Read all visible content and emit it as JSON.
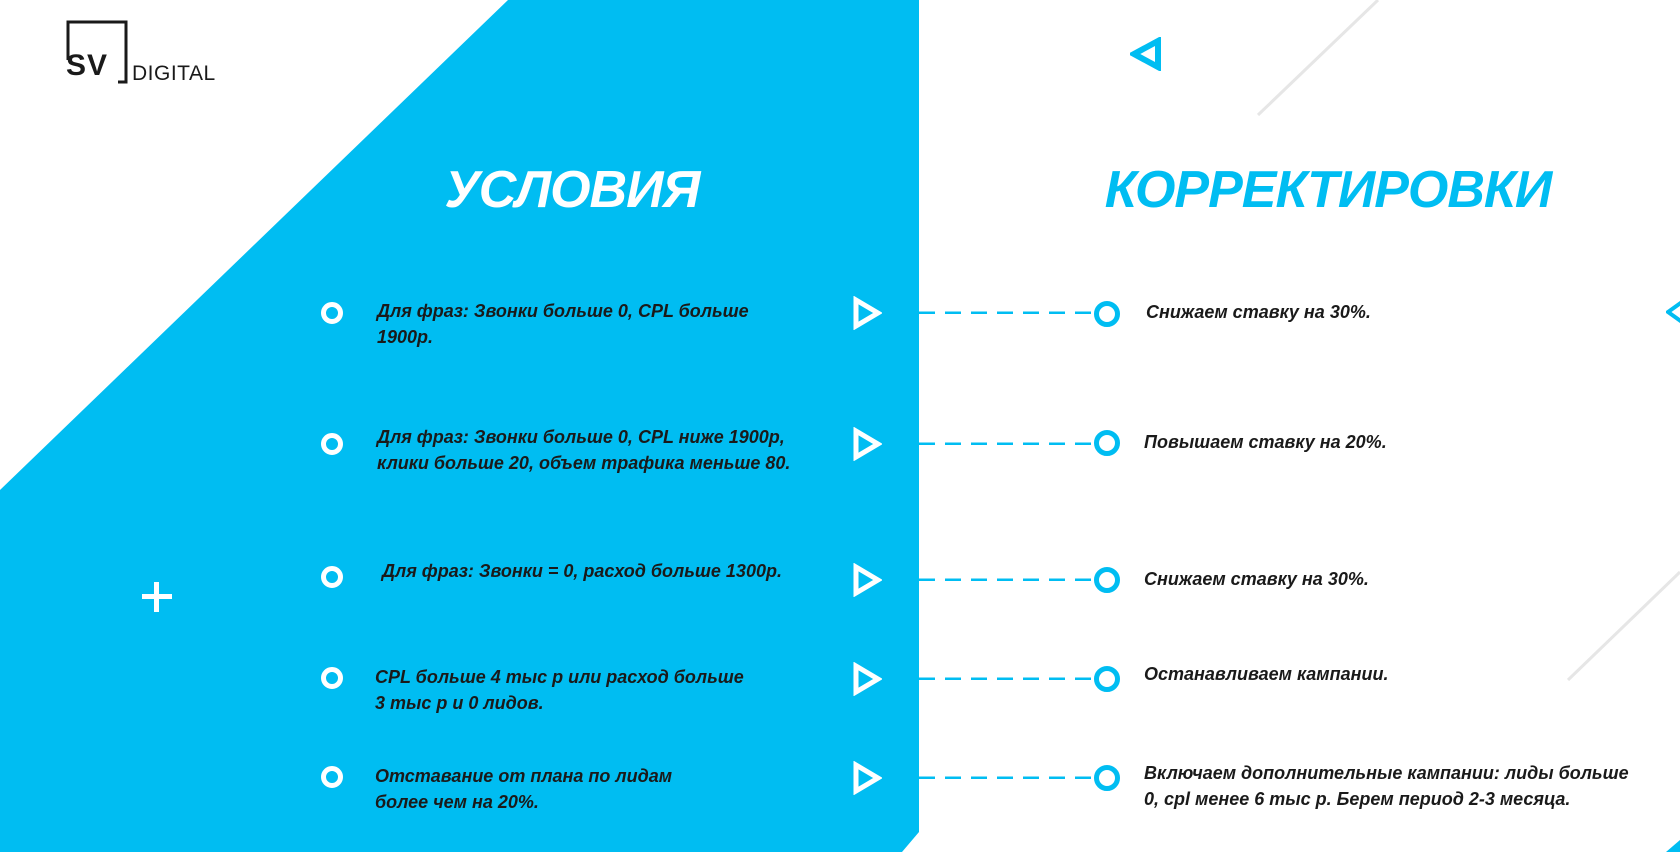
{
  "logo": {
    "sv": "SV",
    "digital": "DIGITAL"
  },
  "headings": {
    "conditions": "УСЛОВИЯ",
    "adjustments": "КОРРЕКТИРОВКИ"
  },
  "colors": {
    "accent": "#00bdf2",
    "text": "#1a1a1a",
    "background": "#ffffff",
    "decor_line": "#e6e6e6"
  },
  "rows": [
    {
      "condition": [
        "Для фраз: Звонки больше 0, CPL больше",
        "1900р."
      ],
      "adjustment": [
        "Снижаем ставку на 30%."
      ]
    },
    {
      "condition": [
        "Для фраз: Звонки больше 0, CPL ниже 1900р,",
        "клики больше 20, объем трафика меньше 80."
      ],
      "adjustment": [
        "Повышаем ставку на 20%."
      ]
    },
    {
      "condition": [
        " Для фраз: Звонки = 0, расход больше 1300р."
      ],
      "adjustment": [
        "Снижаем ставку на 30%."
      ]
    },
    {
      "condition": [
        "CPL больше 4 тыс р или расход больше",
        "3 тыс р и 0 лидов."
      ],
      "adjustment": [
        "Останавливаем кампании."
      ]
    },
    {
      "condition": [
        "Отставание от плана по лидам",
        "более чем на 20%."
      ],
      "adjustment": [
        "Включаем дополнительные кампании: лиды больше",
        "0, cpl менее 6 тыс р. Берем период 2-3 месяца."
      ]
    }
  ],
  "icons": {
    "plus": "plus-icon",
    "row_marker": "ring-icon",
    "arrow": "play-triangle-icon",
    "decor_triangle": "triangle-outline-icon"
  }
}
